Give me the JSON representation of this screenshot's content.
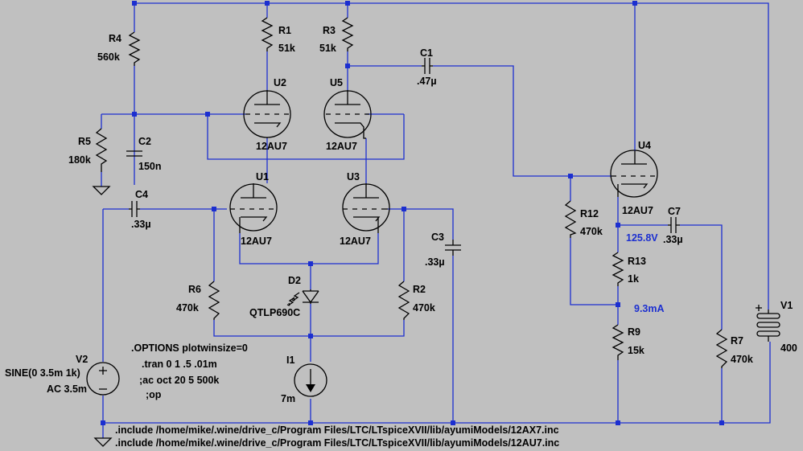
{
  "components": {
    "R1": {
      "ref": "R1",
      "value": "51k"
    },
    "R2": {
      "ref": "R2",
      "value": "470k"
    },
    "R3": {
      "ref": "R3",
      "value": "51k"
    },
    "R4": {
      "ref": "R4",
      "value": "560k"
    },
    "R5": {
      "ref": "R5",
      "value": "180k"
    },
    "R6": {
      "ref": "R6",
      "value": "470k"
    },
    "R7": {
      "ref": "R7",
      "value": "470k"
    },
    "R9": {
      "ref": "R9",
      "value": "15k"
    },
    "R12": {
      "ref": "R12",
      "value": "470k"
    },
    "R13": {
      "ref": "R13",
      "value": "1k"
    },
    "C1": {
      "ref": "C1",
      "value": ".47µ"
    },
    "C2": {
      "ref": "C2",
      "value": "150n"
    },
    "C3": {
      "ref": "C3",
      "value": ".33µ"
    },
    "C4": {
      "ref": "C4",
      "value": ".33µ"
    },
    "C7": {
      "ref": "C7",
      "value": ".33µ"
    },
    "U1": {
      "ref": "U1",
      "value": "12AU7"
    },
    "U2": {
      "ref": "U2",
      "value": "12AU7"
    },
    "U3": {
      "ref": "U3",
      "value": "12AU7"
    },
    "U4": {
      "ref": "U4",
      "value": "12AU7"
    },
    "U5": {
      "ref": "U5",
      "value": "12AU7"
    },
    "D2": {
      "ref": "D2",
      "value": "QTLP690C"
    },
    "I1": {
      "ref": "I1",
      "value": "7m"
    },
    "V1": {
      "ref": "V1",
      "value": "400"
    },
    "V2": {
      "ref": "V2",
      "value1": "SINE(0 3.5m 1k)",
      "value2": "AC 3.5m"
    }
  },
  "annotations": {
    "voltage": "125.8V",
    "current": "9.3mA"
  },
  "directives": [
    ".OPTIONS plotwinsize=0",
    ".tran 0 1 .5 .01m",
    ";ac oct 20 5 500k",
    ";op"
  ],
  "includes": [
    ".include /home/mike/.wine/drive_c/Program Files/LTC/LTspiceXVII/lib/ayumiModels/12AX7.inc",
    ".include /home/mike/.wine/drive_c/Program Files/LTC/LTspiceXVII/lib/ayumiModels/12AU7.inc"
  ],
  "colors": {
    "background": "#c0c0c0",
    "wire": "#1c2fd0",
    "component": "#000000"
  }
}
